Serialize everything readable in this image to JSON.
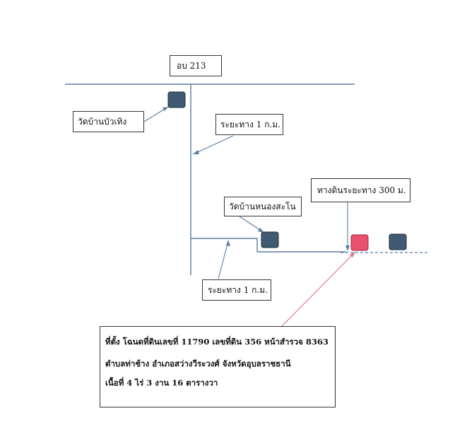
{
  "map": {
    "road_label": "อบ 213",
    "temple_1": "วัดบ้านบัวเทิง",
    "distance_1": "ระยะทาง 1 ก.ม.",
    "temple_2": "วัดบ้านหนองสะโน",
    "dirt_road": "ทางดินระยะทาง 300 ม.",
    "distance_2": "ระยะทาง 1 ก.ม."
  },
  "markers": {
    "temple_color": "#3f5a72",
    "target_color": "#e8506c",
    "road_color": "#5a7ea3",
    "pointer_color": "#e0707e"
  },
  "location": {
    "line1": "ที่ตั้ง  โฉนดที่ดินเลขที่ 11790   เลขที่ดิน 356   หน้าสำรวจ 8363",
    "line2": "ตำบลท่าช้าง อำเภอสว่างวีระวงศ์ จังหวัดอุบลราชธานี",
    "line3": "เนื้อที่ 4 ไร่  3 งาน  16 ตารางวา"
  }
}
